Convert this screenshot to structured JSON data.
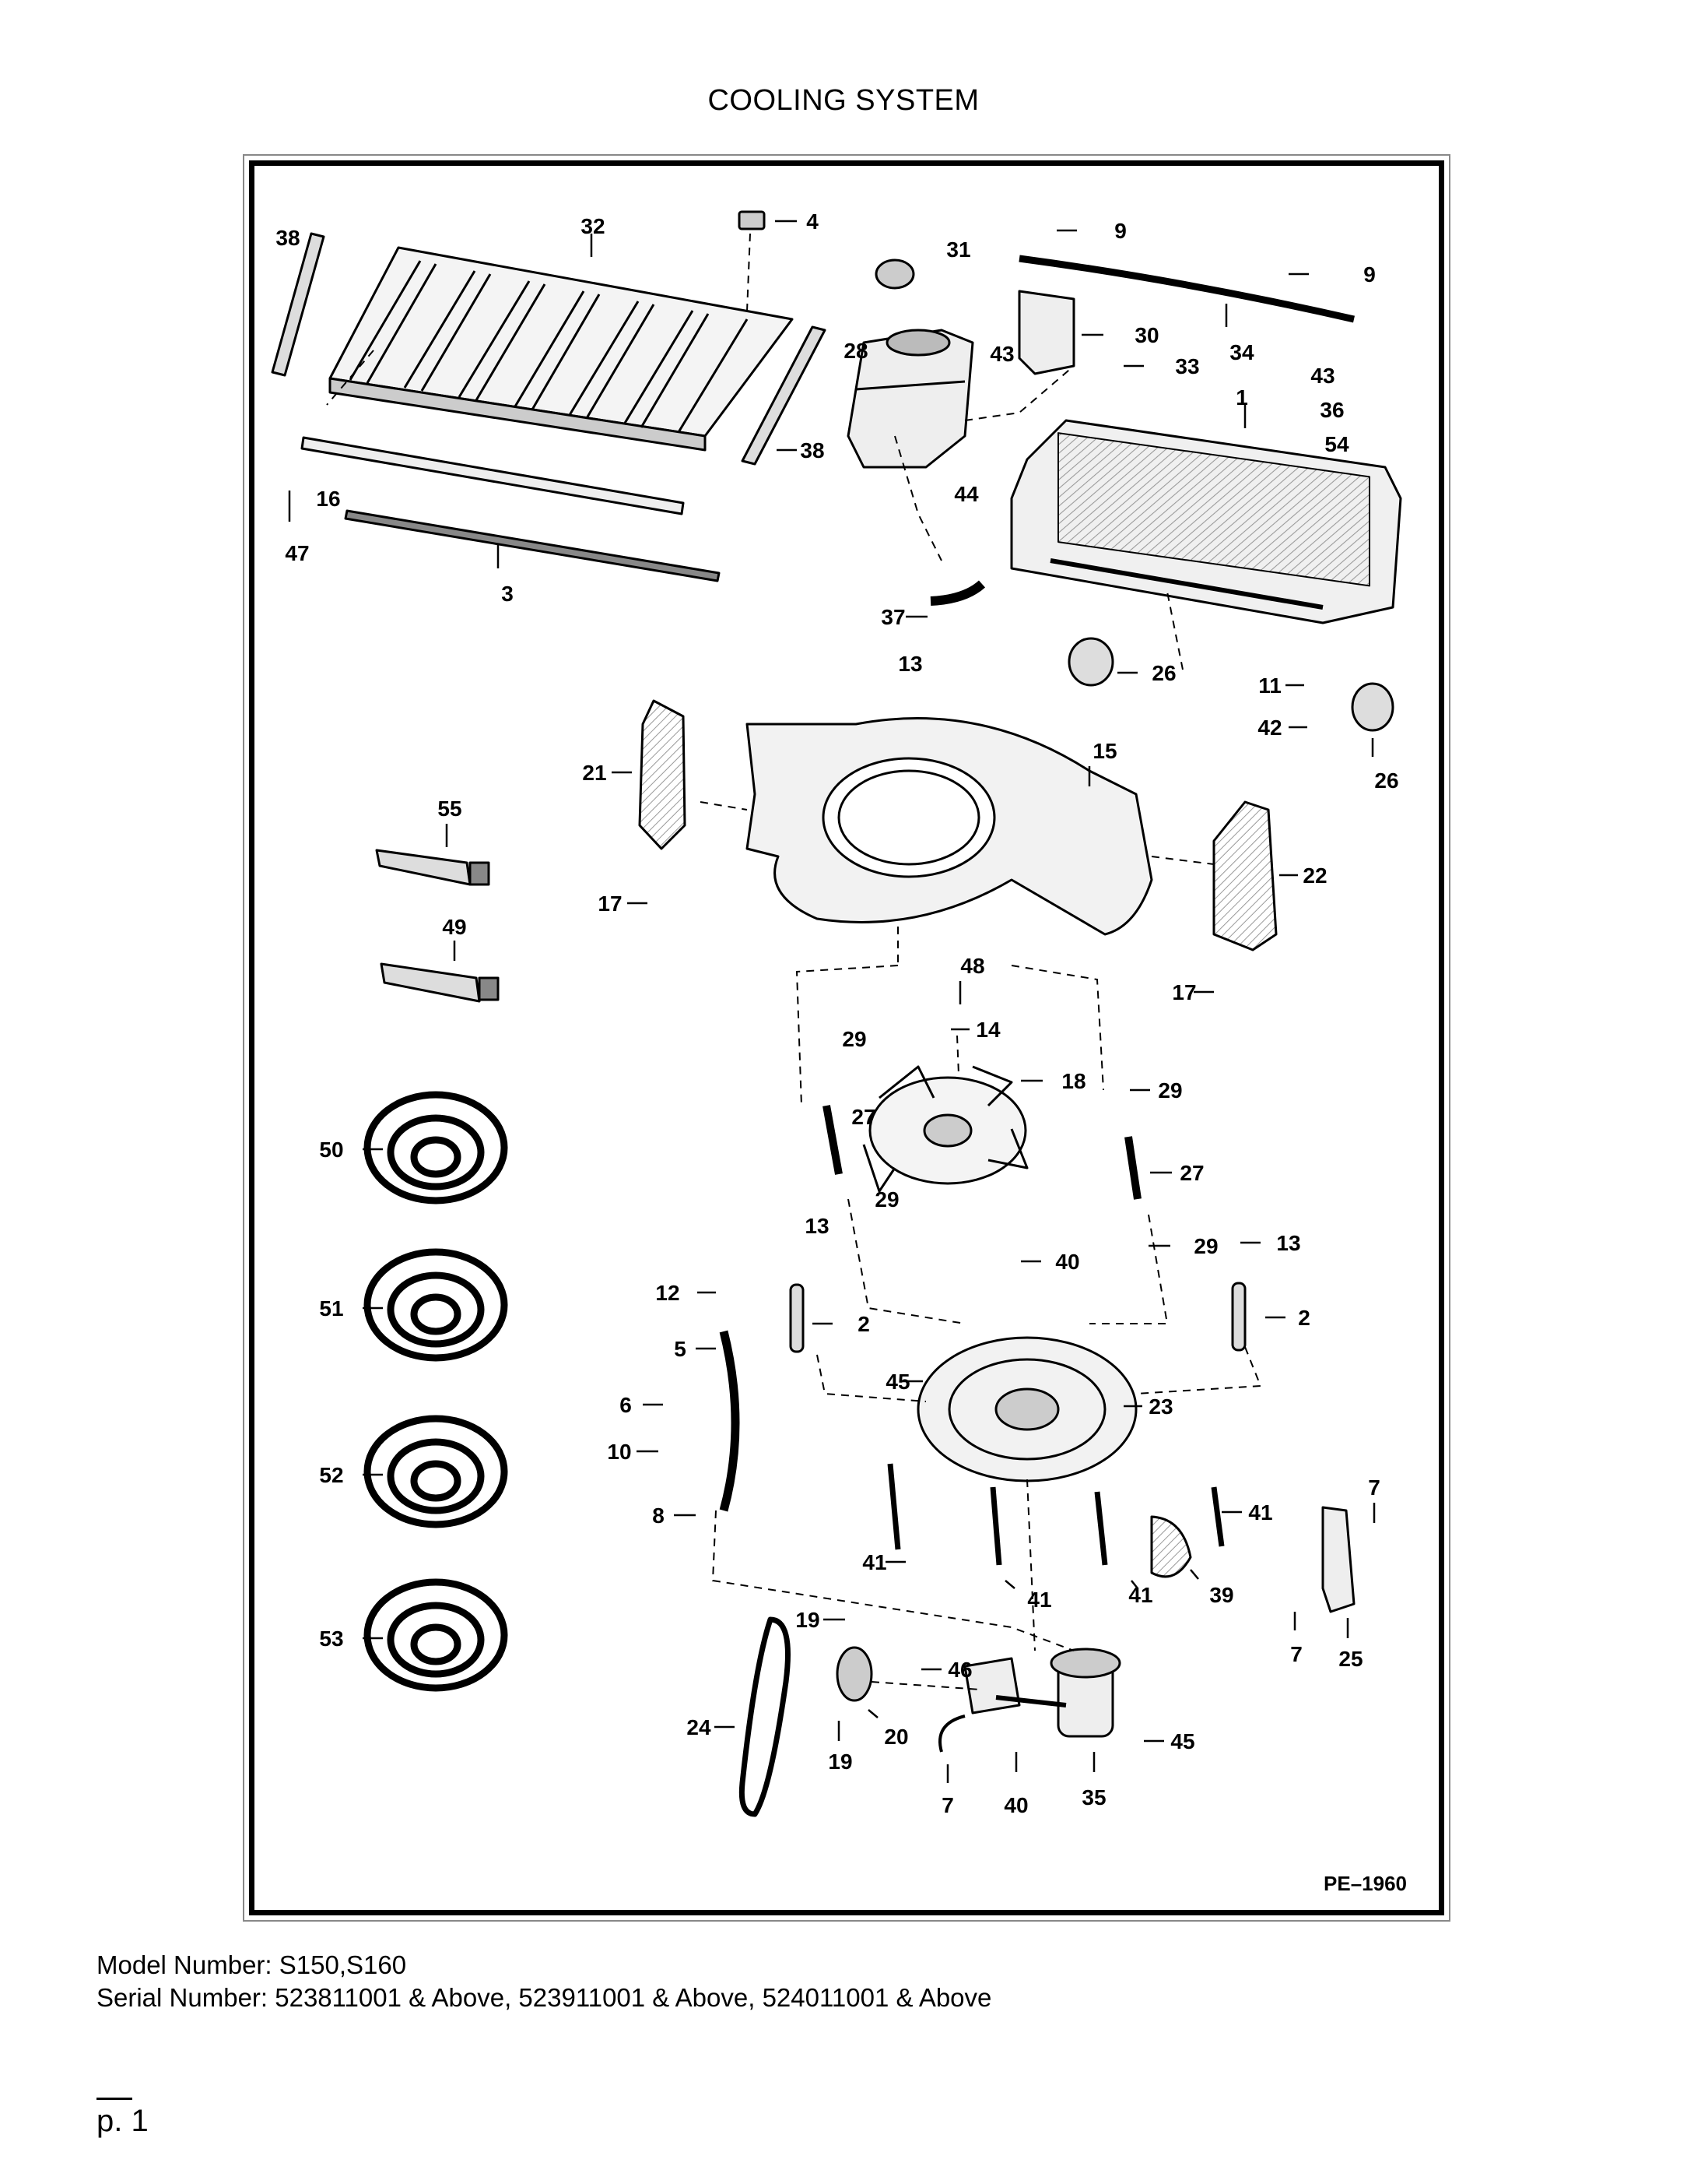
{
  "page": {
    "title": "COOLING SYSTEM",
    "model_line": "Model Number: S150,S160",
    "serial_line": "Serial Number: 523811001 & Above, 523911001 & Above, 524011001 & Above",
    "page_number": "p. 1"
  },
  "diagram": {
    "reference": "PE–1960",
    "callouts": [
      {
        "id": "c38a",
        "label": "38"
      },
      {
        "id": "c32",
        "label": "32"
      },
      {
        "id": "c4",
        "label": "4"
      },
      {
        "id": "c31",
        "label": "31"
      },
      {
        "id": "c9a",
        "label": "9"
      },
      {
        "id": "c9b",
        "label": "9"
      },
      {
        "id": "c28",
        "label": "28"
      },
      {
        "id": "c43a",
        "label": "43"
      },
      {
        "id": "c30",
        "label": "30"
      },
      {
        "id": "c33",
        "label": "33"
      },
      {
        "id": "c34",
        "label": "34"
      },
      {
        "id": "c43b",
        "label": "43"
      },
      {
        "id": "c1",
        "label": "1"
      },
      {
        "id": "c36",
        "label": "36"
      },
      {
        "id": "c54",
        "label": "54"
      },
      {
        "id": "c38b",
        "label": "38"
      },
      {
        "id": "c16",
        "label": "16"
      },
      {
        "id": "c47",
        "label": "47"
      },
      {
        "id": "c3",
        "label": "3"
      },
      {
        "id": "c44",
        "label": "44"
      },
      {
        "id": "c37",
        "label": "37"
      },
      {
        "id": "c26a",
        "label": "26"
      },
      {
        "id": "c11",
        "label": "11"
      },
      {
        "id": "c42",
        "label": "42"
      },
      {
        "id": "c26b",
        "label": "26"
      },
      {
        "id": "c13a",
        "label": "13"
      },
      {
        "id": "c15",
        "label": "15"
      },
      {
        "id": "c21",
        "label": "21"
      },
      {
        "id": "c55",
        "label": "55"
      },
      {
        "id": "c22",
        "label": "22"
      },
      {
        "id": "c17a",
        "label": "17"
      },
      {
        "id": "c49",
        "label": "49"
      },
      {
        "id": "c48",
        "label": "48"
      },
      {
        "id": "c17b",
        "label": "17"
      },
      {
        "id": "c14",
        "label": "14"
      },
      {
        "id": "c29a",
        "label": "29"
      },
      {
        "id": "c18",
        "label": "18"
      },
      {
        "id": "c29b",
        "label": "29"
      },
      {
        "id": "c50",
        "label": "50"
      },
      {
        "id": "c27a",
        "label": "27"
      },
      {
        "id": "c27b",
        "label": "27"
      },
      {
        "id": "c29c",
        "label": "29"
      },
      {
        "id": "c13b",
        "label": "13"
      },
      {
        "id": "c29d",
        "label": "29"
      },
      {
        "id": "c13c",
        "label": "13"
      },
      {
        "id": "c40a",
        "label": "40"
      },
      {
        "id": "c12",
        "label": "12"
      },
      {
        "id": "c51",
        "label": "51"
      },
      {
        "id": "c2a",
        "label": "2"
      },
      {
        "id": "c2b",
        "label": "2"
      },
      {
        "id": "c5",
        "label": "5"
      },
      {
        "id": "c45a",
        "label": "45"
      },
      {
        "id": "c6",
        "label": "6"
      },
      {
        "id": "c23",
        "label": "23"
      },
      {
        "id": "c10",
        "label": "10"
      },
      {
        "id": "c52",
        "label": "52"
      },
      {
        "id": "c7a",
        "label": "7"
      },
      {
        "id": "c41a",
        "label": "41"
      },
      {
        "id": "c8",
        "label": "8"
      },
      {
        "id": "c41b",
        "label": "41"
      },
      {
        "id": "c41c",
        "label": "41"
      },
      {
        "id": "c41d",
        "label": "41"
      },
      {
        "id": "c39",
        "label": "39"
      },
      {
        "id": "c7b",
        "label": "7"
      },
      {
        "id": "c25",
        "label": "25"
      },
      {
        "id": "c53",
        "label": "53"
      },
      {
        "id": "c19a",
        "label": "19"
      },
      {
        "id": "c46",
        "label": "46"
      },
      {
        "id": "c24",
        "label": "24"
      },
      {
        "id": "c20",
        "label": "20"
      },
      {
        "id": "c19b",
        "label": "19"
      },
      {
        "id": "c45b",
        "label": "45"
      },
      {
        "id": "c7c",
        "label": "7"
      },
      {
        "id": "c40b",
        "label": "40"
      },
      {
        "id": "c35",
        "label": "35"
      }
    ]
  }
}
